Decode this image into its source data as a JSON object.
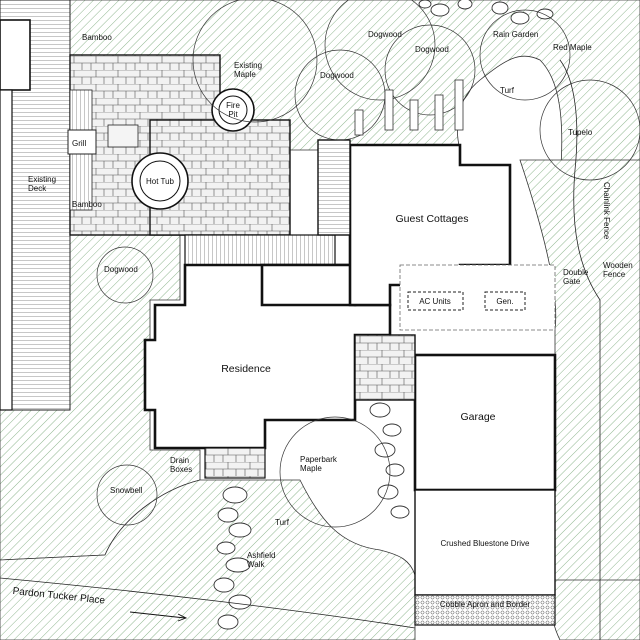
{
  "labels": {
    "bamboo_top": "Bamboo",
    "bamboo_left": "Bamboo",
    "existing_maple": "Existing\nMaple",
    "fire_pit": "Fire\nPit",
    "grill": "Grill",
    "hot_tub": "Hot Tub",
    "existing_deck": "Existing\nDeck",
    "dogwood_1": "Dogwood",
    "dogwood_2": "Dogwood",
    "dogwood_3": "Dogwood",
    "dogwood_4": "Dogwood",
    "rain_garden": "Rain Garden",
    "red_maple": "Red Maple",
    "turf_1": "Turf",
    "turf_2": "Turf",
    "tupelo": "Tupelo",
    "chainlink_fence": "Chainlink Fence",
    "wooden_fence": "Wooden\nFence",
    "double_gate": "Double\nGate",
    "guest_cottages": "Guest Cottages",
    "ac_units": "AC Units",
    "generator": "Gen.",
    "residence": "Residence",
    "garage": "Garage",
    "drain_boxes": "Drain\nBoxes",
    "paperbark_maple": "Paperbark\nMaple",
    "snowbell": "Snowbell",
    "ashfield_walk": "Ashfield\nWalk",
    "crushed_bluestone_drive": "Crushed Bluestone Drive",
    "cobble_apron": "Cobble Apron and Border",
    "street": "Pardon Tucker Place"
  },
  "colors": {
    "lawn_hatch": "#8fb68f",
    "building_outline": "#111111",
    "background": "#ffffff"
  }
}
